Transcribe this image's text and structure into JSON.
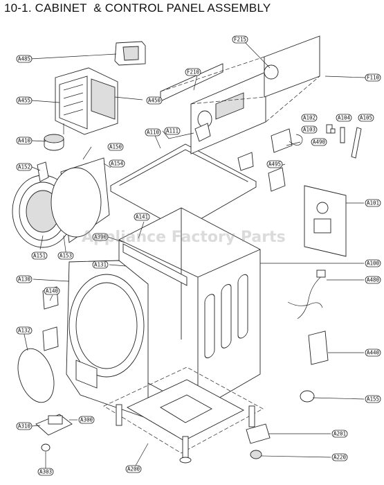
{
  "title": "10-1. CABINET  & CONTROL PANEL ASSEMBLY",
  "watermark": "Appliance Factory Parts",
  "callouts": [
    {
      "id": "A485"
    },
    {
      "id": "F215"
    },
    {
      "id": "F210"
    },
    {
      "id": "F110"
    },
    {
      "id": "A455"
    },
    {
      "id": "A450"
    },
    {
      "id": "A410"
    },
    {
      "id": "A111"
    },
    {
      "id": "A110"
    },
    {
      "id": "A102"
    },
    {
      "id": "A104"
    },
    {
      "id": "A105"
    },
    {
      "id": "A103"
    },
    {
      "id": "A150"
    },
    {
      "id": "A154"
    },
    {
      "id": "A490"
    },
    {
      "id": "A152"
    },
    {
      "id": "A495"
    },
    {
      "id": "A101"
    },
    {
      "id": "A141"
    },
    {
      "id": "A390"
    },
    {
      "id": "A151"
    },
    {
      "id": "A153"
    },
    {
      "id": "A131"
    },
    {
      "id": "A100"
    },
    {
      "id": "A130"
    },
    {
      "id": "A480"
    },
    {
      "id": "A140"
    },
    {
      "id": "A132"
    },
    {
      "id": "A440"
    },
    {
      "id": "A155"
    },
    {
      "id": "A310"
    },
    {
      "id": "A300"
    },
    {
      "id": "A201"
    },
    {
      "id": "A220"
    },
    {
      "id": "A200"
    },
    {
      "id": "A303"
    }
  ]
}
